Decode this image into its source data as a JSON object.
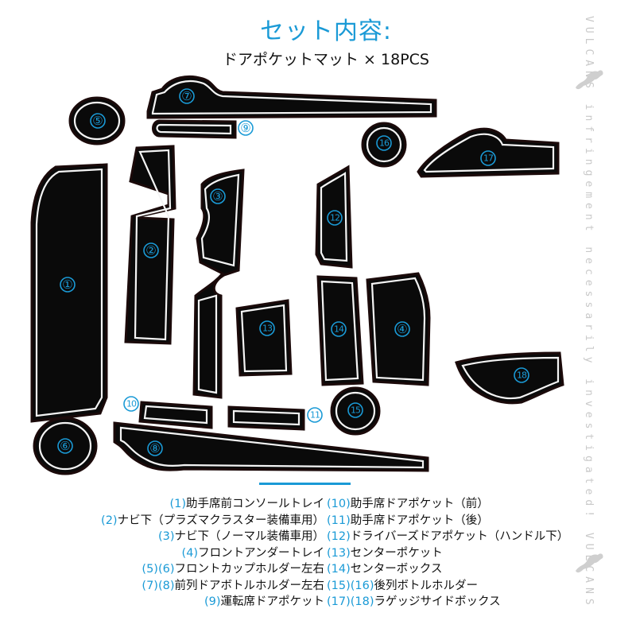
{
  "header": {
    "title": "セット内容:",
    "subtitle": "ドアポケットマット × 18PCS"
  },
  "colors": {
    "accent": "#1a9ad6",
    "mat": "#0a0a0a",
    "mat_border": "#f4f4f4",
    "text": "#111111",
    "watermark": "#c9c9c9"
  },
  "mats": [
    {
      "id": "1",
      "label": "①"
    },
    {
      "id": "2",
      "label": "②"
    },
    {
      "id": "3",
      "label": "③"
    },
    {
      "id": "4",
      "label": "④"
    },
    {
      "id": "5",
      "label": "⑤"
    },
    {
      "id": "6",
      "label": "⑥"
    },
    {
      "id": "7",
      "label": "⑦"
    },
    {
      "id": "8",
      "label": "⑧"
    },
    {
      "id": "9",
      "label": "⑨"
    },
    {
      "id": "10",
      "label": "10"
    },
    {
      "id": "11",
      "label": "11"
    },
    {
      "id": "12",
      "label": "12"
    },
    {
      "id": "13",
      "label": "13"
    },
    {
      "id": "14",
      "label": "14"
    },
    {
      "id": "15",
      "label": "15"
    },
    {
      "id": "16",
      "label": "16"
    },
    {
      "id": "17",
      "label": "17"
    },
    {
      "id": "18",
      "label": "18"
    }
  ],
  "legend": {
    "left": [
      {
        "code": "(1)",
        "text": "助手席前コンソールトレイ"
      },
      {
        "code": "(2)",
        "text": "ナビ下（プラズマクラスター装備車用）"
      },
      {
        "code": "(3)",
        "text": "ナビ下（ノーマル装備車用）"
      },
      {
        "code": "(4)",
        "text": "フロントアンダートレイ"
      },
      {
        "code": "(5)(6)",
        "text": "フロントカップホルダー左右"
      },
      {
        "code": "(7)(8)",
        "text": "前列ドアボトルホルダー左右"
      },
      {
        "code": "(9)",
        "text": "運転席ドアポケット"
      }
    ],
    "right": [
      {
        "code": "(10)",
        "text": "助手席ドアポケット（前）"
      },
      {
        "code": "(11)",
        "text": "助手席ドアポケット（後）"
      },
      {
        "code": "(12)",
        "text": "ドライバーズドアポケット（ハンドル下）"
      },
      {
        "code": "(13)",
        "text": "センターポケット"
      },
      {
        "code": "(14)",
        "text": "センターボックス"
      },
      {
        "code": "(15)(16)",
        "text": "後列ボトルホルダー"
      },
      {
        "code": "(17)(18)",
        "text": "ラゲッジサイドボックス"
      }
    ]
  },
  "watermark": {
    "text": "VULCANS infringement necessarily investigated! VULCANS"
  }
}
